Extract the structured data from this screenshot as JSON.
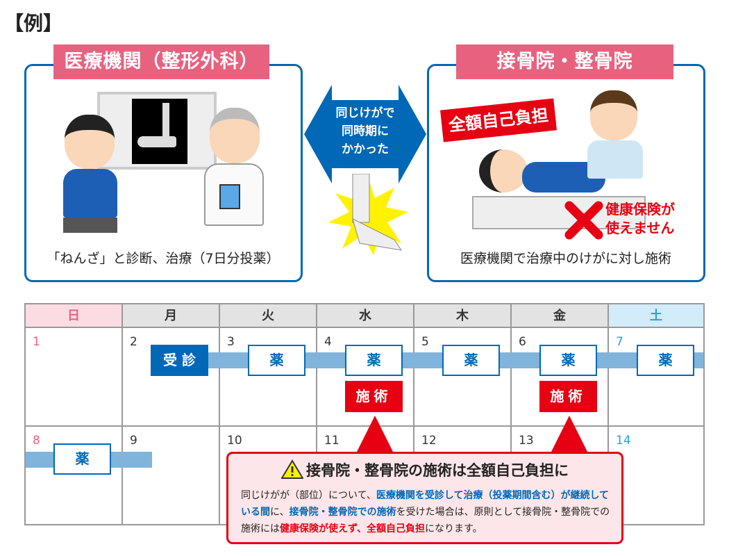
{
  "heading": "【例】",
  "left_panel": {
    "title": "医療機関（整形外科）",
    "caption": "「ねんざ」と診断、治療（7日分投薬）"
  },
  "middle_arrow": {
    "lines": [
      "同じけがで",
      "同時期に",
      "かかった"
    ]
  },
  "right_panel": {
    "title": "接骨院・整骨院",
    "badge": "全額自己負担",
    "warning_lines": [
      "健康保険が",
      "使えません"
    ],
    "caption": "医療機関で治療中のけがに対し施術"
  },
  "calendar": {
    "weekdays": [
      "日",
      "月",
      "火",
      "水",
      "木",
      "金",
      "土"
    ],
    "week1": [
      "1",
      "2",
      "3",
      "4",
      "5",
      "6",
      "7"
    ],
    "week2": [
      "8",
      "9",
      "10",
      "11",
      "12",
      "13",
      "14"
    ],
    "visit_label": "受 診",
    "medicine_label": "薬",
    "treatment_label": "施術"
  },
  "callout": {
    "title": "接骨院・整骨院の施術は全額自己負担に",
    "body": [
      {
        "t": "同じけがが（部位）について、",
        "s": "n"
      },
      {
        "t": "医療機関を受診して治療（投薬期間含む）が継続している間",
        "s": "b"
      },
      {
        "t": "に、",
        "s": "n"
      },
      {
        "t": "接骨院・整骨院での施術",
        "s": "b"
      },
      {
        "t": "を受けた場合は、原則として接骨院・整骨院での施術には",
        "s": "n"
      },
      {
        "t": "健康保険が使えず、全額自己負担",
        "s": "r"
      },
      {
        "t": "になります。",
        "s": "n"
      }
    ]
  },
  "colors": {
    "blue": "#0068b7",
    "pink": "#e8627f",
    "red": "#e60012",
    "band": "#80b4da"
  }
}
